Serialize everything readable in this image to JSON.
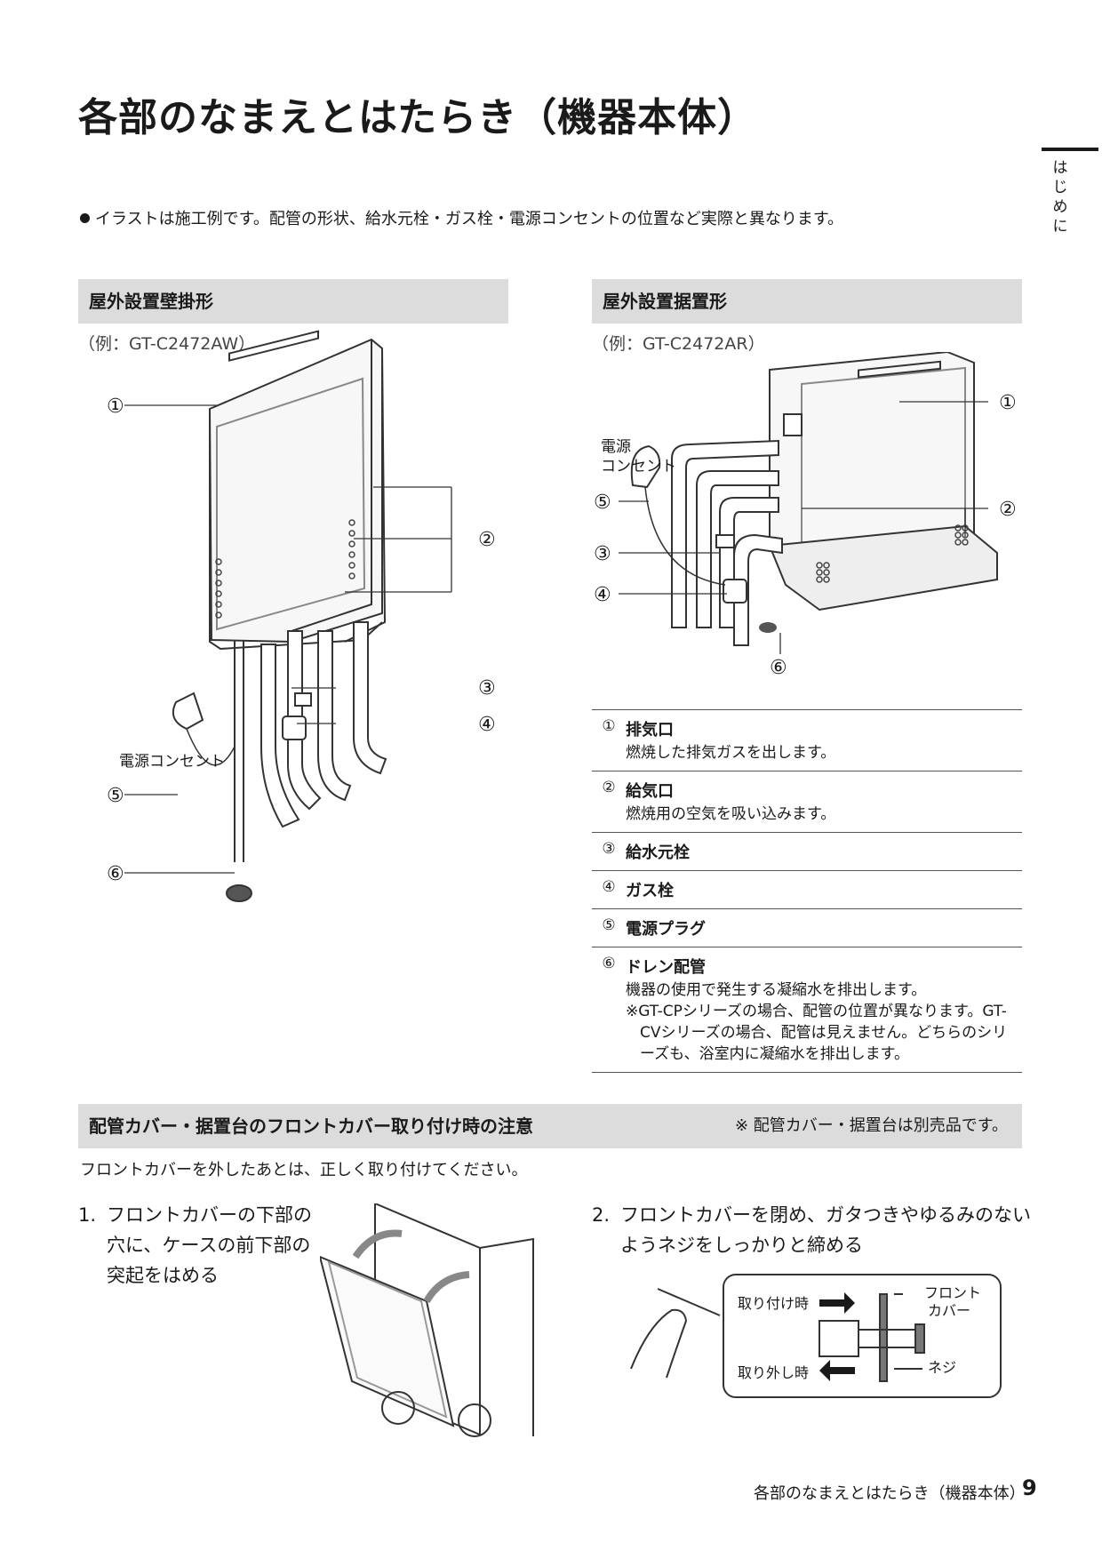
{
  "page_title": "各部のなまえとはたらき（機器本体）",
  "side_tab": "はじめに",
  "note": "イラストは施工例です。配管の形状、給水元栓・ガス栓・電源コンセントの位置など実際と異なります。",
  "left_section": {
    "title": "屋外設置壁掛形",
    "example": "（例：GT-C2472AW）"
  },
  "right_section": {
    "title": "屋外設置据置形",
    "example": "（例：GT-C2472AR）"
  },
  "labels": {
    "outlet_wall": "電源コンセント",
    "outlet_ground_1": "電源",
    "outlet_ground_2": "コンセント"
  },
  "markers": [
    "①",
    "②",
    "③",
    "④",
    "⑤",
    "⑥"
  ],
  "legend": [
    {
      "num": "①",
      "name": "排気口",
      "desc": "燃焼した排気ガスを出します。"
    },
    {
      "num": "②",
      "name": "給気口",
      "desc": "燃焼用の空気を吸い込みます。"
    },
    {
      "num": "③",
      "name": "給水元栓"
    },
    {
      "num": "④",
      "name": "ガス栓"
    },
    {
      "num": "⑤",
      "name": "電源プラグ"
    },
    {
      "num": "⑥",
      "name": "ドレン配管",
      "desc": "機器の使用で発生する凝縮水を排出します。",
      "desc2": "※GT-CPシリーズの場合、配管の位置が異なります。GT-CVシリーズの場合、配管は見えません。どちらのシリーズも、浴室内に凝縮水を排出します。"
    }
  ],
  "cover_section": {
    "title": "配管カバー・据置台のフロントカバー取り付け時の注意",
    "note": "※ 配管カバー・据置台は別売品です。",
    "intro": "フロントカバーを外したあとは、正しく取り付けてください。",
    "step1": {
      "num": "1.",
      "lines": [
        "フロントカバーの下部の",
        "穴に、ケースの前下部の",
        "突起をはめる"
      ]
    },
    "step2": {
      "num": "2.",
      "lines": [
        "フロントカバーを閉め、ガタつきやゆるみのない",
        "ようネジをしっかりと締める"
      ]
    },
    "detail": {
      "attach": "取り付け時",
      "detach": "取り外し時",
      "cover_1": "フロント",
      "cover_2": "カバー",
      "screw": "ネジ"
    }
  },
  "footer": {
    "text": "各部のなまえとはたらき（機器本体）",
    "page": "9"
  }
}
